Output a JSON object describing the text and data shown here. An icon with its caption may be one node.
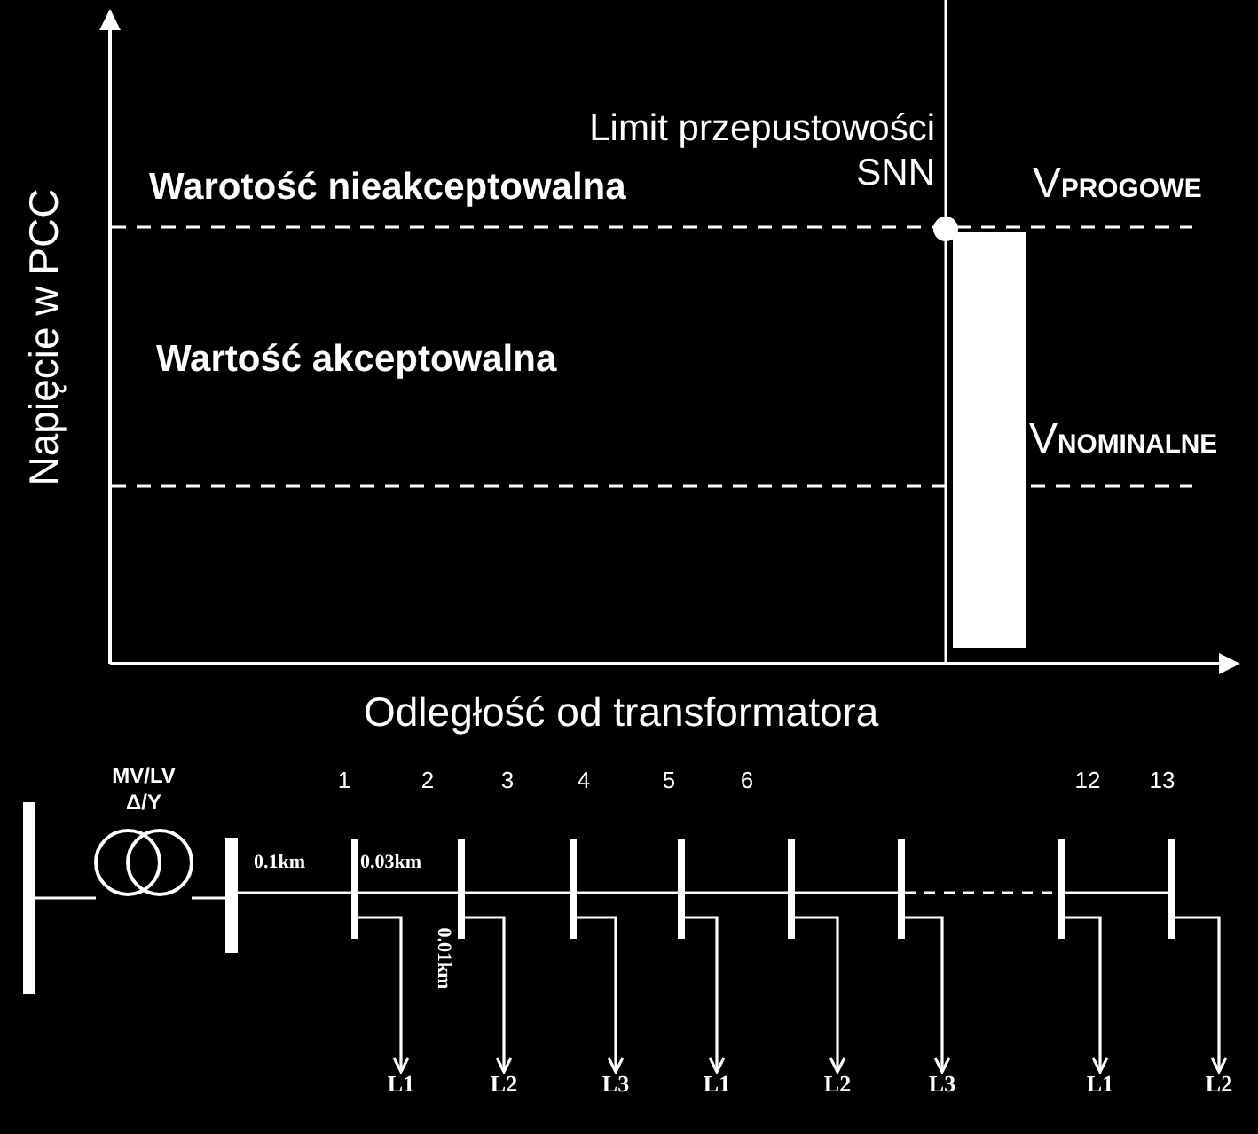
{
  "diagram": {
    "nodes": [
      {
        "text": [],
        "shape": "bar"
      },
      {
        "text": [
          "MV/LV Δ/Y"
        ]
      },
      {
        "text": [],
        "shape": "bar"
      },
      {
        "text": [],
        "shape": "bar"
      },
      {
        "text": [],
        "shape": "bar"
      },
      {
        "text": [],
        "shape": "bar"
      },
      {
        "text": [],
        "shape": "bar"
      },
      {
        "text": [],
        "shape": "bar"
      },
      {
        "text": [],
        "shape": "bar"
      },
      {
        "text": [],
        "shape": "bar"
      },
      {
        "text": [],
        "shape": "bar"
      },
      {
        "text": [
          "L1"
        ]
      },
      {
        "text": [
          "L2"
        ]
      },
      {
        "text": [
          "L3"
        ]
      },
      {
        "text": [
          "L1"
        ]
      },
      {
        "text": [
          "L2"
        ]
      },
      {
        "text": [
          "L3"
        ]
      },
      {
        "text": [
          "L1"
        ]
      },
      {
        "text": [
          "L2"
        ]
      }
    ],
    "edges": [
      {
        "from": 0,
        "to": 1,
        "arrow": "none"
      },
      {
        "from": 1,
        "to": 2,
        "arrow": "none"
      },
      {
        "from": 2,
        "to": 3,
        "arrow": "none",
        "label": "0.1km"
      },
      {
        "from": 3,
        "to": 4,
        "arrow": "none",
        "label": "0.03km"
      },
      {
        "from": 4,
        "to": 5,
        "arrow": "none"
      },
      {
        "from": 5,
        "to": 6,
        "arrow": "none"
      },
      {
        "from": 6,
        "to": 7,
        "arrow": "none"
      },
      {
        "from": 7,
        "to": 8,
        "arrow": "none"
      },
      {
        "from": 8,
        "to": 9,
        "arrow": "none",
        "style": "dashed"
      },
      {
        "from": 9,
        "to": 10,
        "arrow": "none"
      },
      {
        "from": 3,
        "to": 11,
        "arrow": "to"
      },
      {
        "from": 4,
        "to": 12,
        "arrow": "to"
      },
      {
        "from": 5,
        "to": 13,
        "arrow": "to"
      },
      {
        "from": 6,
        "to": 14,
        "arrow": "to"
      },
      {
        "from": 7,
        "to": 15,
        "arrow": "to"
      },
      {
        "from": 8,
        "to": 16,
        "arrow": "to"
      },
      {
        "from": 9,
        "to": 17,
        "arrow": "to"
      },
      {
        "from": 10,
        "to": 18,
        "arrow": "to"
      }
    ],
    "labels": [
      "Napięcie w PCC",
      "Limit przepustowości SNN",
      "Warotość nieakceptowalna",
      "Wartość akceptowalna",
      "V$_{PROGOWE}$",
      "V$_{NOMINALNE}$",
      "Odległość od transformatora",
      "1",
      "2",
      "3",
      "4",
      "5",
      "6",
      "12",
      "13",
      "0.01km"
    ]
  }
}
